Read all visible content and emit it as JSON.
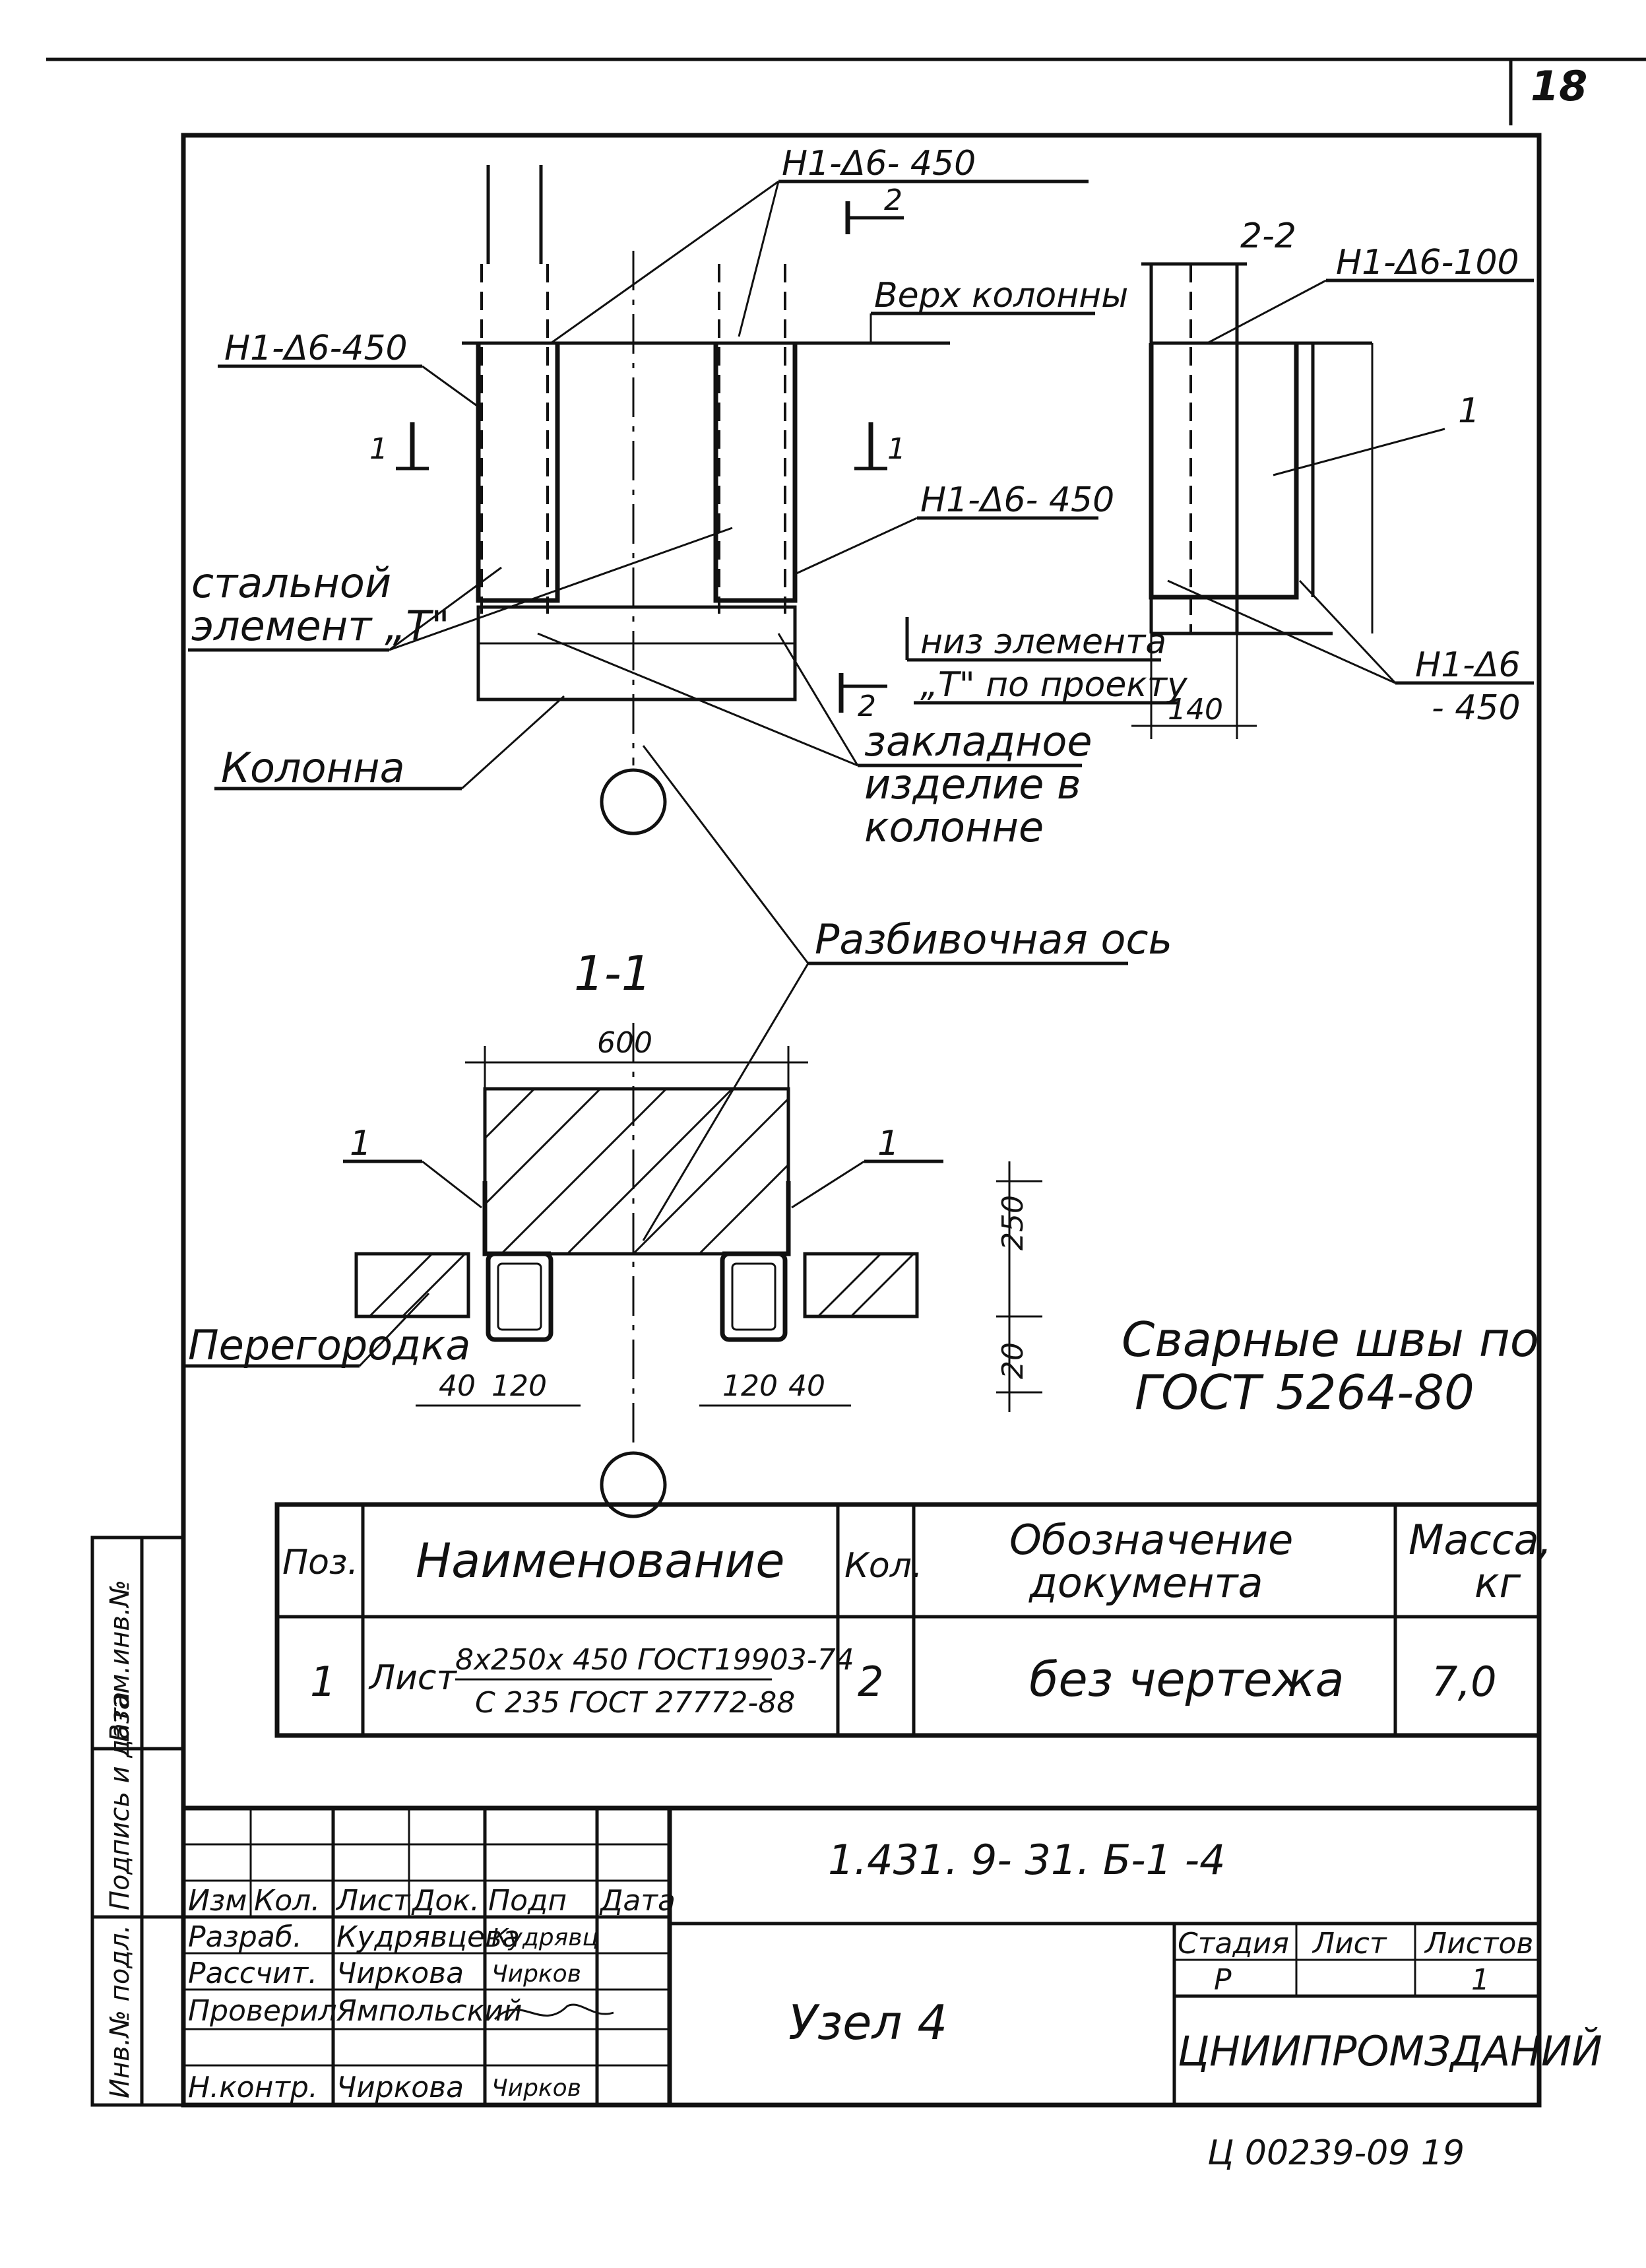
{
  "sheet": {
    "page_number": "18",
    "footer_code": "Ц 00239-09  19"
  },
  "drawing": {
    "callout_top": "Н1-Δ6- 450",
    "section_mark": "2",
    "callout_left": "Н1-Δ6-450",
    "label_top_of_column": "Верх колонны",
    "section_mark_1": "1",
    "callout_mid": "Н1-Δ6- 450",
    "label_steel_line1": "стальной",
    "label_steel_line2": "элемент „Т\"",
    "label_bottom_line1": "низ элемента",
    "label_bottom_line2": "„Т\" по проекту",
    "label_column": "Колонна",
    "label_embedded_line1": "закладное",
    "label_embedded_line2": "изделие в",
    "label_embedded_line3": "колонне",
    "label_axis": "Разбивочная ось",
    "section_22_title": "2-2",
    "callout_22_top": "Н1-Δ6-100",
    "pos_1": "1",
    "callout_22_bottom_line1": "Н1-Δ6",
    "callout_22_bottom_line2": "- 450",
    "dim_140": "140",
    "section_11_title": "1-1",
    "dim_600": "600",
    "dim_250": "250",
    "dim_20": "20",
    "dim_40": "40",
    "dim_120": "120",
    "label_partition": "Перегородка",
    "weld_note_line1": "Сварные швы по",
    "weld_note_line2": "ГОСТ 5264-80"
  },
  "spec_table": {
    "headers": {
      "pos": "Поз.",
      "name": "Наименование",
      "qty": "Кол.",
      "doc_line1": "Обозначение",
      "doc_line2": "документа",
      "mass_line1": "Масса,",
      "mass_line2": "кг"
    },
    "row": {
      "pos": "1",
      "name_prefix": "Лист",
      "name_top": "8х250х 450 ГОСТ19903-74",
      "name_bottom": "С 235  ГОСТ 27772-88",
      "qty": "2",
      "doc": "без чертежа",
      "mass": "7,0"
    }
  },
  "title_block": {
    "doc_number": "1.431. 9- 31. Б-1 -4",
    "headers": [
      "Изм",
      "Кол.",
      "Лист",
      "Док.",
      "Подп",
      "Дата"
    ],
    "rows": [
      {
        "role": "Разраб.",
        "name": "Кудрявцева",
        "sign": "Кудрявц"
      },
      {
        "role": "Рассчит.",
        "name": "Чиркова",
        "sign": "Чирков"
      },
      {
        "role": "Проверил",
        "name": "Ямпольский",
        "sign": ""
      },
      {
        "role": "",
        "name": "",
        "sign": ""
      },
      {
        "role": "Н.контр.",
        "name": "Чиркова",
        "sign": "Чирков"
      }
    ],
    "sheet_title": "Узел 4",
    "stage_label": "Стадия",
    "sheet_label": "Лист",
    "sheets_label": "Листов",
    "stage_value": "Р",
    "sheet_value": "",
    "sheets_value": "1",
    "organization": "ЦНИИПРОМЗДАНИЙ"
  },
  "side_stamp": {
    "inv_orig": "Инв.№ подл.",
    "sign_date": "Подпись и дата",
    "inv_replace": "Взам.инв.№"
  }
}
